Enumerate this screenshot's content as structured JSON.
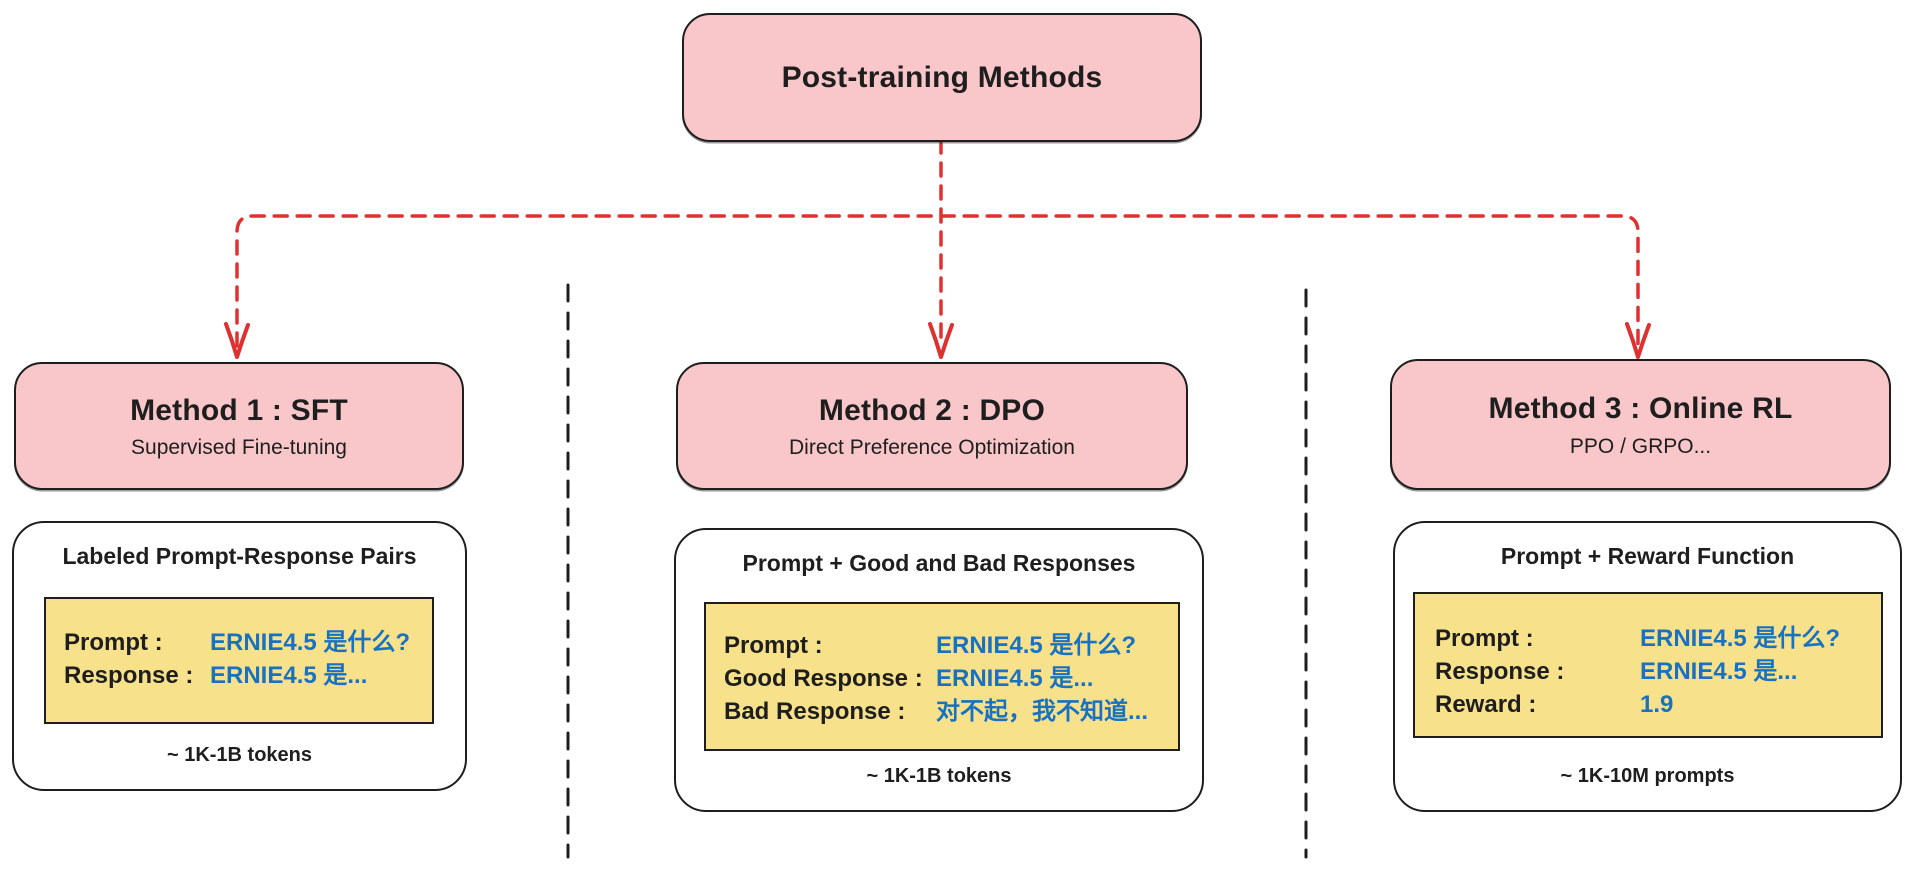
{
  "colors": {
    "node_fill_pink": "#f9c7c9",
    "example_fill_yellow": "#f7e28b",
    "value_text_blue": "#1971c2",
    "arrow_red": "#e03131",
    "ink_black": "#1e1e1e"
  },
  "root_box": {
    "title": "Post-training Methods"
  },
  "methods": [
    {
      "id": "sft",
      "title": "Method 1 : SFT",
      "subtitle": "Supervised Fine-tuning",
      "data_box": {
        "title": "Labeled Prompt-Response Pairs",
        "rows": [
          {
            "label": "Prompt :",
            "value": "ERNIE4.5 是什么?"
          },
          {
            "label": "Response :",
            "value": "ERNIE4.5 是..."
          }
        ],
        "footer": "~ 1K-1B tokens"
      }
    },
    {
      "id": "dpo",
      "title": "Method 2 : DPO",
      "subtitle": "Direct Preference Optimization",
      "data_box": {
        "title": "Prompt + Good and Bad Responses",
        "rows": [
          {
            "label": "Prompt :",
            "value": "ERNIE4.5 是什么?"
          },
          {
            "label": "Good Response :",
            "value": "ERNIE4.5 是..."
          },
          {
            "label": "Bad Response :",
            "value": "对不起，我不知道..."
          }
        ],
        "footer": "~ 1K-1B tokens"
      }
    },
    {
      "id": "online-rl",
      "title": "Method 3 : Online RL",
      "subtitle": "PPO / GRPO...",
      "data_box": {
        "title": "Prompt + Reward Function",
        "rows": [
          {
            "label": "Prompt :",
            "value": "ERNIE4.5 是什么?"
          },
          {
            "label": "Response :",
            "value": "ERNIE4.5 是..."
          },
          {
            "label": "Reward :",
            "value": "1.9"
          }
        ],
        "footer": "~ 1K-10M prompts"
      }
    }
  ]
}
